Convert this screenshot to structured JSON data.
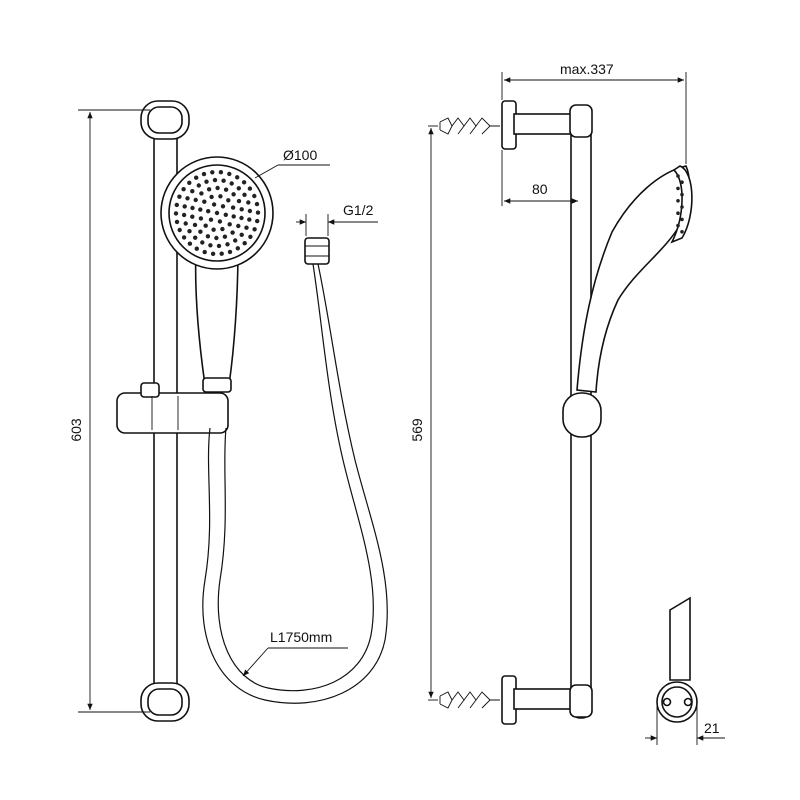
{
  "dimensions": {
    "head_diameter": "Ø100",
    "connection_thread": "G1/2",
    "hose_length": "L1750mm",
    "total_height": "603",
    "bracket_spacing": "569",
    "max_projection": "max.337",
    "bar_projection": "80",
    "bar_diameter": "21"
  },
  "icons": {
    "wall_plug": "wall-plug-icon"
  }
}
